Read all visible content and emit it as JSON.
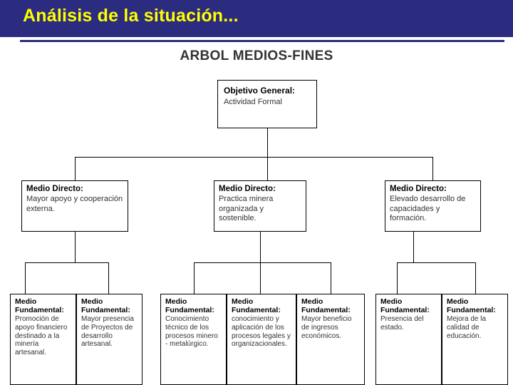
{
  "slide": {
    "title": "Análisis de la situación...",
    "title_color": "#ffff00",
    "band_color": "#2b2b80"
  },
  "diagram": {
    "title": "ARBOL MEDIOS-FINES",
    "general": {
      "label": "Objetivo General:",
      "text": "Actividad Formal"
    },
    "means": [
      {
        "label": "Medio Directo:",
        "text": "Mayor apoyo y cooperación externa."
      },
      {
        "label": "Medio Directo:",
        "text": "Practica minera organizada y sostenible."
      },
      {
        "label": "Medio Directo:",
        "text": "Elevado desarrollo de capacidades y formación."
      }
    ],
    "fundamentals": [
      {
        "label": "Medio Fundamental:",
        "text": "Promoción de apoyo financiero destinado a la minería artesanal."
      },
      {
        "label": "Medio Fundamental:",
        "text": "Mayor presencia de Proyectos de desarrollo artesanal."
      },
      {
        "label": "Medio Fundamental:",
        "text": "Conocimiento técnico de los procesos minero - metalúrgico."
      },
      {
        "label": "Medio Fundamental:",
        "text": "conocimiento y aplicación de los procesos legales y organizacionales."
      },
      {
        "label": "Medio Fundamental:",
        "text": "Mayor beneficio de ingresos económicos."
      },
      {
        "label": "Medio Fundamental:",
        "text": "Presencia del estado."
      },
      {
        "label": "Medio Fundamental:",
        "text": "Mejora de la calidad de educación."
      }
    ]
  }
}
